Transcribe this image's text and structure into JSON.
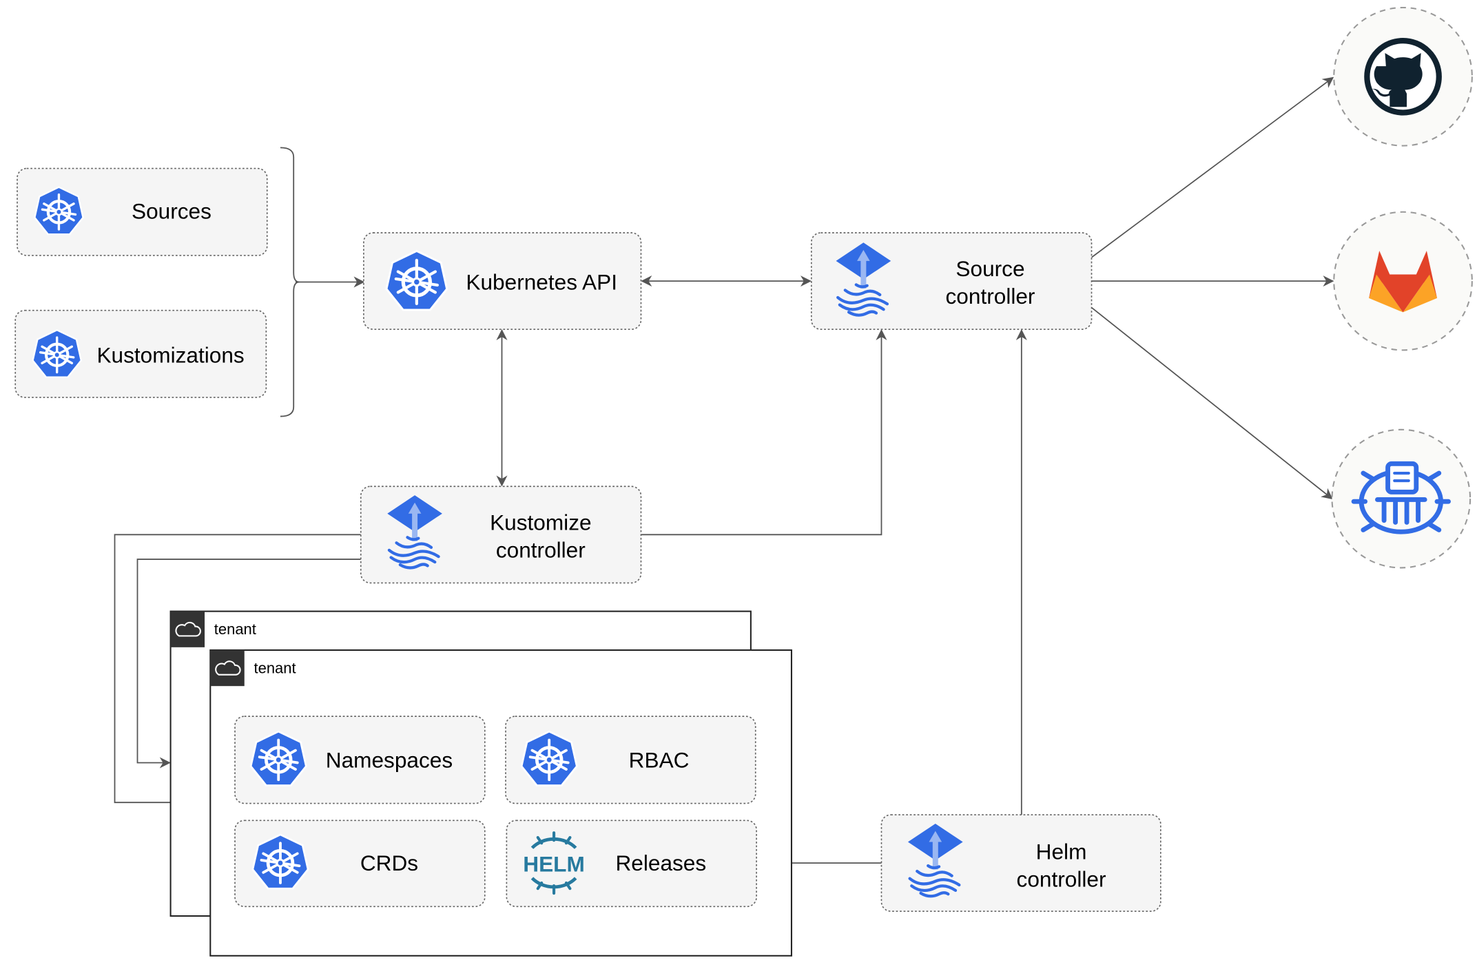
{
  "nodes": {
    "sources": "Sources",
    "kustomizations": "Kustomizations",
    "kubernetes_api": "Kubernetes API",
    "source_controller": [
      "Source",
      "controller"
    ],
    "kustomize_controller": [
      "Kustomize",
      "controller"
    ],
    "helm_controller": [
      "Helm",
      "controller"
    ],
    "namespaces": "Namespaces",
    "rbac": "RBAC",
    "crds": "CRDs",
    "releases": "Releases",
    "helm_logo_text": "HELM"
  },
  "tenants": [
    "tenant",
    "tenant"
  ],
  "external_sources": [
    "github-icon",
    "gitlab-icon",
    "helm-repository-icon"
  ],
  "colors": {
    "kubernetes_blue": "#326ce5",
    "github": "#10222f",
    "gitlab_orange": "#e24329",
    "gitlab_yellow": "#fca326",
    "edge": "#555555",
    "helm": "#277a9f"
  }
}
